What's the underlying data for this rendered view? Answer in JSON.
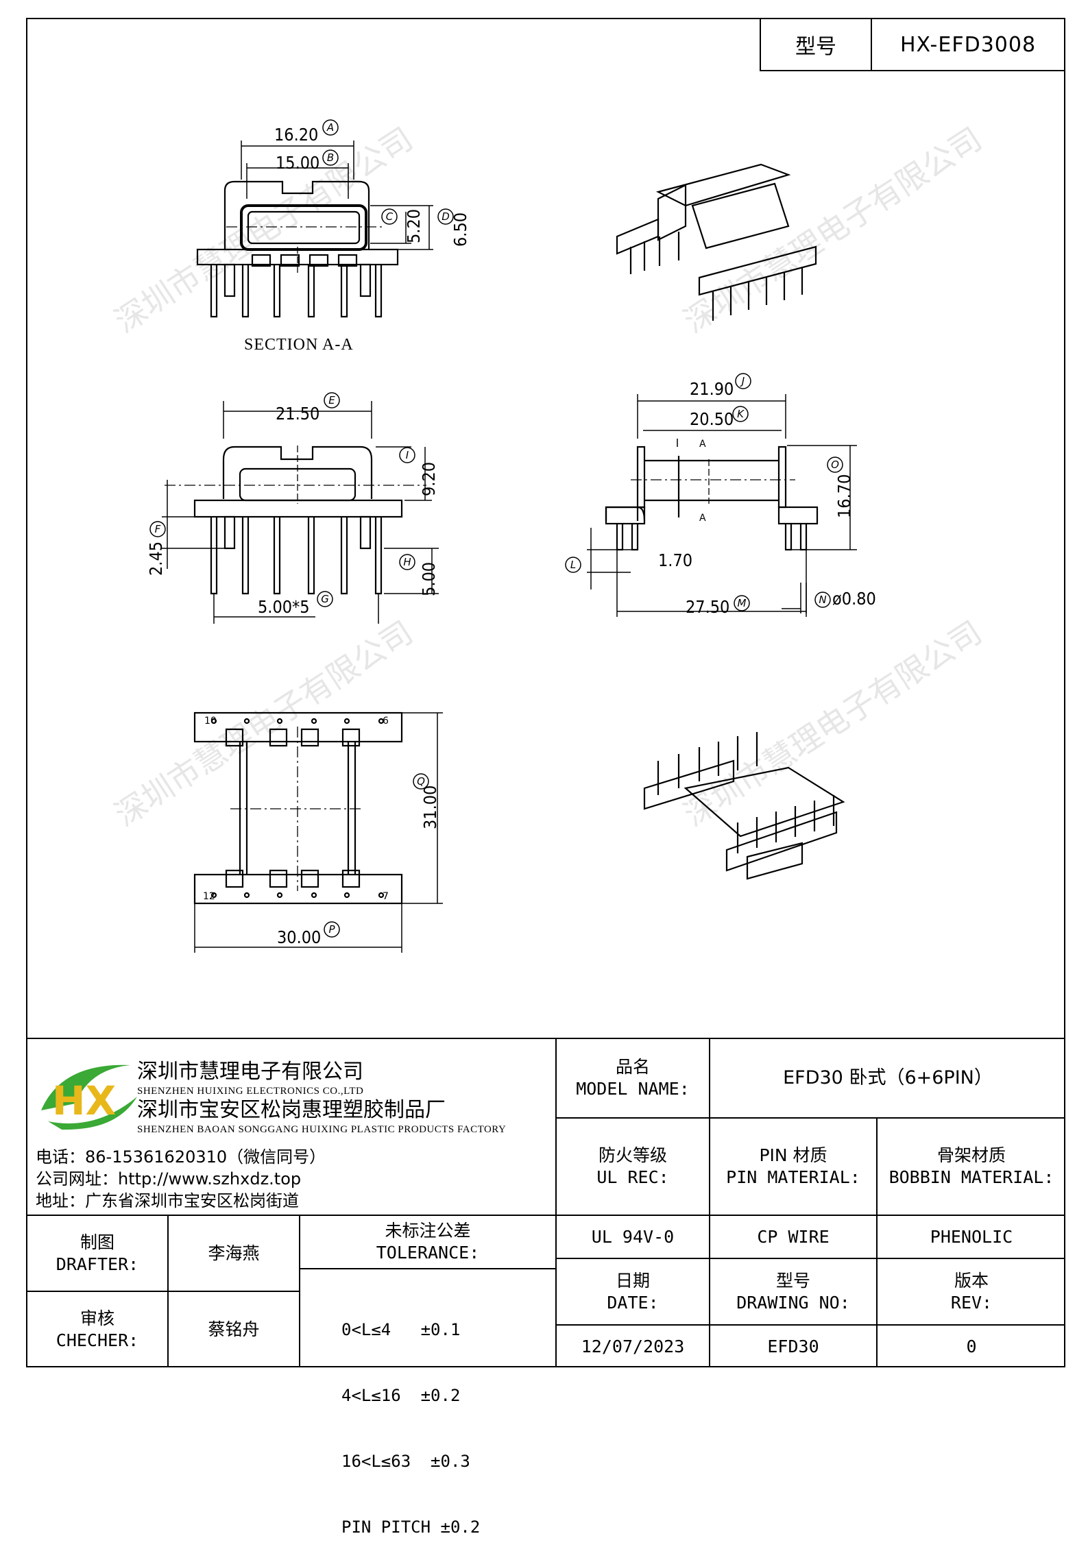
{
  "header": {
    "key": "型号",
    "value": "HX-EFD3008"
  },
  "watermark": "深圳市慧理电子有限公司",
  "views": {
    "section_label": "SECTION A-A",
    "dims": {
      "a": "16.20",
      "b": "15.00",
      "c": "5.20",
      "d": "6.50",
      "e": "21.50",
      "i": "9.20",
      "f": "2.45",
      "h": "5.00",
      "g": "5.00*5",
      "j": "21.90",
      "k": "20.50",
      "o": "16.70",
      "l_pitch": "1.70",
      "m": "27.50",
      "n": "ø0.80",
      "q": "31.00",
      "p": "30.00"
    },
    "circle_letters": [
      "A",
      "B",
      "C",
      "D",
      "E",
      "I",
      "F",
      "H",
      "G",
      "J",
      "K",
      "O",
      "L",
      "M",
      "N",
      "Q",
      "P"
    ],
    "section_marks": [
      "A",
      "A"
    ],
    "pin_numbers_top": [
      "10",
      "6"
    ],
    "pin_numbers_bottom": [
      "12",
      "7"
    ]
  },
  "company": {
    "name_cn": "深圳市慧理电子有限公司",
    "name_en": "SHENZHEN HUIXING ELECTRONICS CO.,LTD",
    "factory_cn": "深圳市宝安区松岗惠理塑胶制品厂",
    "factory_en": "SHENZHEN BAOAN SONGGANG HUIXING PLASTIC PRODUCTS FACTORY",
    "phone": "电话：86-15361620310（微信同号）",
    "web": "公司网址：http://www.szhxdz.top",
    "address": "地址：广东省深圳市宝安区松岗街道",
    "logo_text": "HX"
  },
  "title_block": {
    "model_name_cn": "品名",
    "model_name_en": "MODEL NAME:",
    "model_name_value": "EFD30 卧式（6+6PIN）",
    "ul_cn": "防火等级",
    "ul_en": "UL REC:",
    "pin_mat_cn": "PIN 材质",
    "pin_mat_en": "PIN MATERIAL:",
    "bob_mat_cn": "骨架材质",
    "bob_mat_en": "BOBBIN MATERIAL:",
    "ul_value": "UL 94V-0",
    "pin_value": "CP WIRE",
    "bob_value": "PHENOLIC",
    "drafter_cn": "制图",
    "drafter_en": "DRAFTER:",
    "drafter_name": "李海燕",
    "checker_cn": "审核",
    "checker_en": "CHECHER:",
    "checker_name": "蔡铭舟",
    "tol_cn": "未标注公差",
    "tol_en": "TOLERANCE:",
    "tol_lines": [
      "0<L≤4   ±0.1",
      "4<L≤16  ±0.2",
      "16<L≤63  ±0.3",
      "PIN PITCH ±0.2"
    ],
    "date_cn": "日期",
    "date_en": "DATE:",
    "date_value": "12/07/2023",
    "dwg_cn": "型号",
    "dwg_en": "DRAWING NO:",
    "dwg_value": "EFD30",
    "rev_cn": "版本",
    "rev_en": "REV:",
    "rev_value": "0"
  },
  "colors": {
    "logo_green": "#3aa935",
    "logo_yellow": "#e8b71a",
    "logo_blue": "#2e6fb5"
  }
}
